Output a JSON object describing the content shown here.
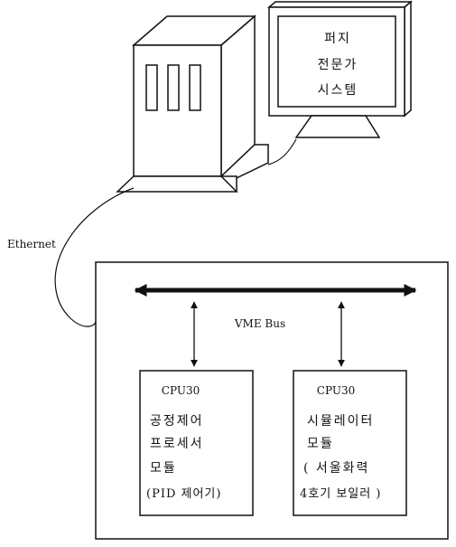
{
  "monitor": {
    "lines": [
      "퍼지",
      "전문가",
      "시스템"
    ]
  },
  "network": {
    "ethernet_label": "Ethernet",
    "bus_label": "VME Bus"
  },
  "cpu_left": {
    "title": "CPU30",
    "lines": [
      "공정제어",
      "프로세서",
      "모듈",
      "(PID 제어기)"
    ]
  },
  "cpu_right": {
    "title": "CPU30",
    "lines": [
      "시뮬레이터",
      "모듈",
      "( 서울화력",
      "4호기 보일러 )"
    ]
  }
}
